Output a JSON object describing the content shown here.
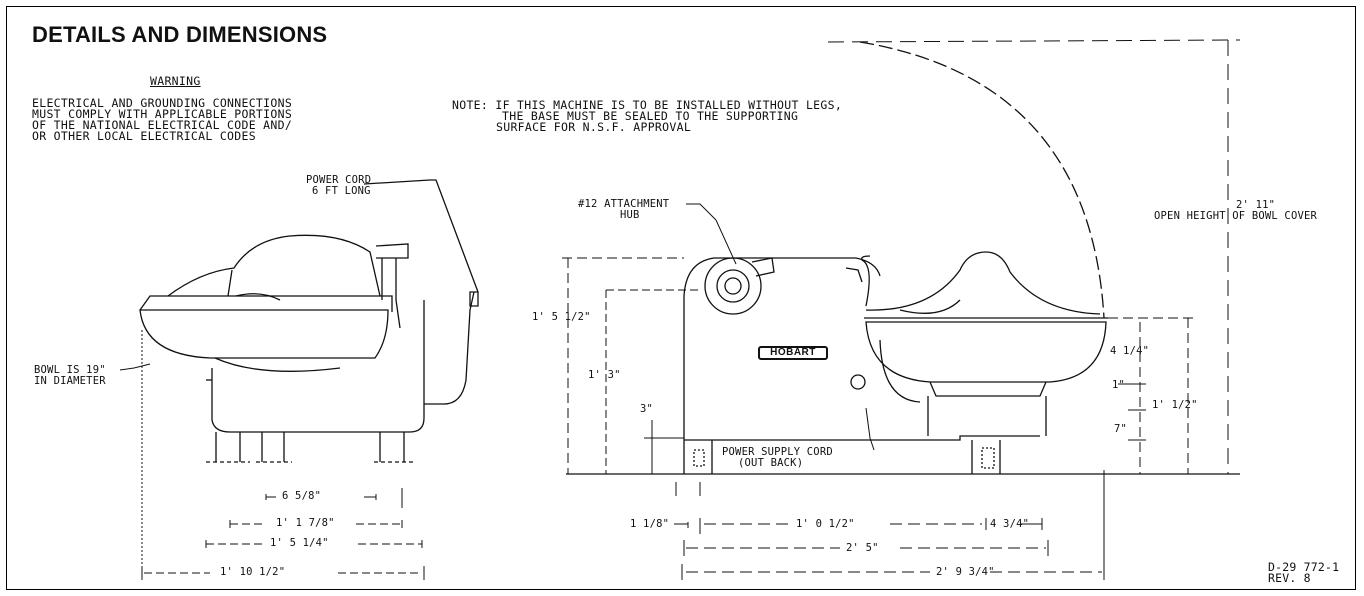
{
  "title": "DETAILS AND DIMENSIONS",
  "warning": {
    "heading": "WARNING",
    "lines": [
      "ELECTRICAL AND GROUNDING CONNECTIONS",
      "MUST COMPLY WITH APPLICABLE PORTIONS",
      "OF THE NATIONAL ELECTRICAL CODE AND/",
      "OR OTHER LOCAL ELECTRICAL CODES"
    ]
  },
  "note": {
    "lines": [
      "NOTE: IF THIS MACHINE IS TO BE INSTALLED WITHOUT LEGS,",
      "THE BASE MUST BE SEALED TO THE SUPPORTING",
      "SURFACE FOR N.S.F. APPROVAL"
    ]
  },
  "labels": {
    "power_cord_1": "POWER CORD",
    "power_cord_2": "6 FT LONG",
    "bowl_1": "BOWL IS 19\"",
    "bowl_2": "IN DIAMETER",
    "attach_1": "#12 ATTACHMENT",
    "attach_2": "HUB",
    "supply_1": "POWER SUPPLY CORD",
    "supply_2": "(OUT BACK)",
    "open_height_1": "2' 11\"",
    "open_height_2": "OPEN HEIGHT OF BOWL COVER",
    "logo": "HOBART"
  },
  "dimensions": {
    "d_6_5_8": "6 5/8\"",
    "d_1_1_7_8": "1' 1 7/8\"",
    "d_1_5_1_4": "1' 5 1/4\"",
    "d_1_10_1_2": "1' 10 1/2\"",
    "d_1_5_1_2": "1' 5 1/2\"",
    "d_1_3": "1' 3\"",
    "d_3": "3\"",
    "d_1_1_8": "1 1/8\"",
    "d_1_0_1_2": "1' 0 1/2\"",
    "d_4_3_4": "4 3/4\"",
    "d_2_5": "2' 5\"",
    "d_2_9_3_4": "2' 9 3/4\"",
    "d_4_1_4": "4 1/4\"",
    "d_1_1_2": "1' 1/2\"",
    "d_1": "1\"",
    "d_7": "7\""
  },
  "drawing_no": {
    "number": "D-29 772-1",
    "rev": "REV. 8"
  }
}
